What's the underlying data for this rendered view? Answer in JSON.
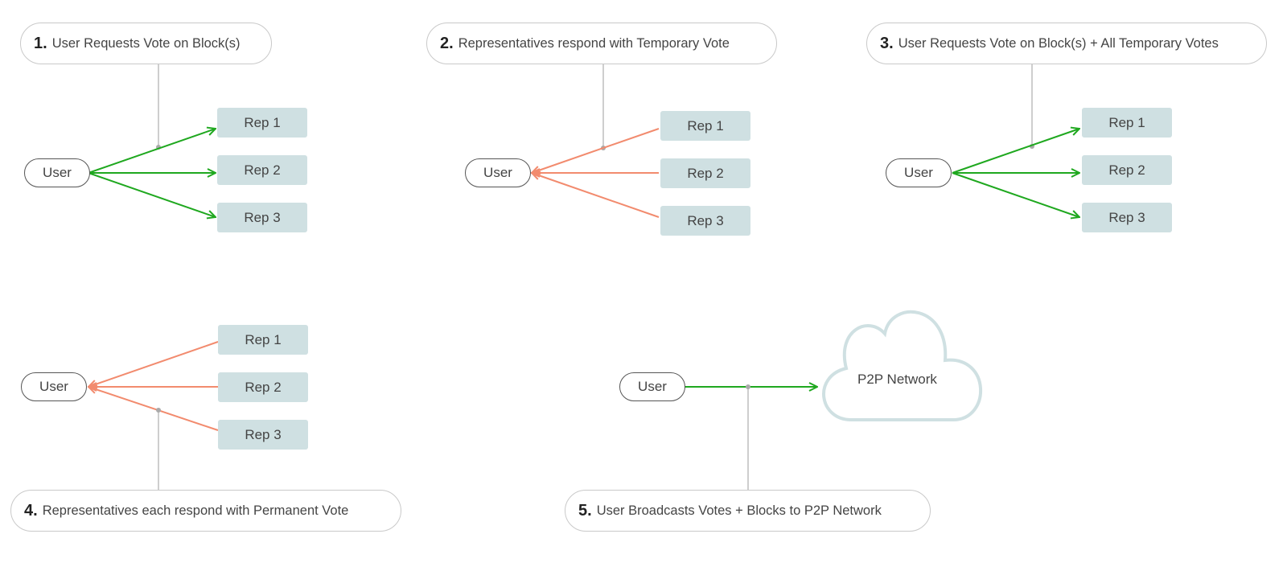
{
  "colors": {
    "request_arrow": "#1fa81f",
    "response_arrow": "#f28b6e",
    "connector": "#bdbdbd",
    "rep_fill": "#cfe0e2",
    "cloud_stroke": "#cfe0e2"
  },
  "steps": [
    {
      "number": "1.",
      "text": "User Requests Vote on Block(s)"
    },
    {
      "number": "2.",
      "text": "Representatives respond with Temporary Vote"
    },
    {
      "number": "3.",
      "text": "User Requests Vote on Block(s) + All Temporary Votes"
    },
    {
      "number": "4.",
      "text": "Representatives each respond with Permanent Vote"
    },
    {
      "number": "5.",
      "text": "User Broadcasts Votes + Blocks to P2P Network"
    }
  ],
  "user_label": "User",
  "reps": [
    "Rep 1",
    "Rep 2",
    "Rep 3"
  ],
  "network_label": "P2P Network"
}
